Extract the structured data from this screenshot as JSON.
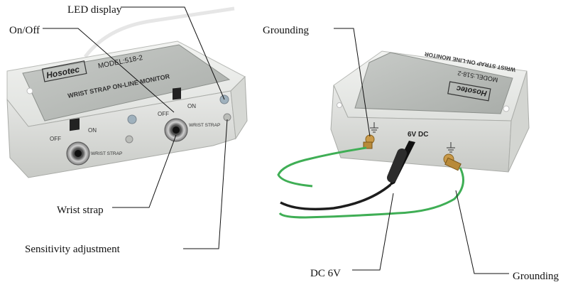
{
  "devices": {
    "left": {
      "brand": "Hosotec",
      "model": "MODEL:518-2",
      "label": "WRIST STRAP ON-LINE MONITOR",
      "panel_labels": {
        "off": "OFF",
        "on": "ON",
        "wrist_strap": "WRIST STRAP"
      }
    },
    "right": {
      "brand": "Hosotec",
      "model": "MODEL:518-2",
      "label": "WRIST STRAP ON-LINE MONITOR",
      "panel_label": "6V DC"
    }
  },
  "callouts": {
    "led_display": "LED  display",
    "on_off": "On/Off",
    "wrist_strap": "Wrist  strap",
    "sensitivity": "Sensitivity adjustment",
    "grounding_top": "Grounding",
    "dc_6v": "DC  6V",
    "grounding_bottom": "Grounding"
  },
  "colors": {
    "housing": "#e7e8e6",
    "housing_shadow": "#c9cbc8",
    "label": "#bcbfbc",
    "green_wire": "#3fae55",
    "black_wire": "#1d1d1d",
    "brass": "#c99a4a"
  }
}
